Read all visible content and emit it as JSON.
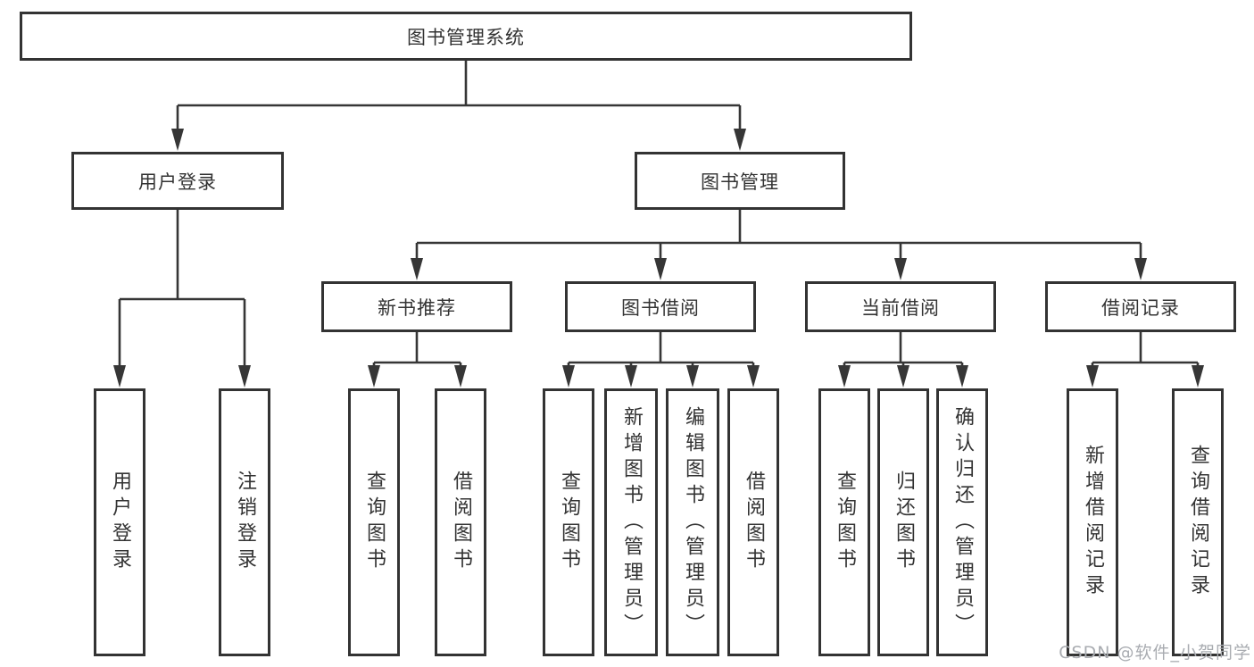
{
  "diagram": {
    "tree": {
      "root": {
        "label": "图书管理系统"
      },
      "branches": [
        {
          "label": "用户登录",
          "leaves": [
            "用户登录",
            "注销登录"
          ]
        },
        {
          "label": "图书管理",
          "groups": [
            {
              "label": "新书推荐",
              "leaves": [
                "查询图书",
                "借阅图书"
              ]
            },
            {
              "label": "图书借阅",
              "leaves": [
                "查询图书",
                "新增图书（管理员）",
                "编辑图书（管理员）",
                "借阅图书"
              ]
            },
            {
              "label": "当前借阅",
              "leaves": [
                "查询图书",
                "归还图书",
                "确认归还（管理员）"
              ]
            },
            {
              "label": "借阅记录",
              "leaves": [
                "新增借阅记录",
                "查询借阅记录"
              ]
            }
          ]
        }
      ]
    },
    "colors": {
      "line": "#363636",
      "border": "#333333",
      "text": "#333333",
      "background": "#ffffff",
      "watermark": "#a9acb1"
    }
  },
  "watermark": {
    "text": "CSDN @软件_小贺同学"
  }
}
